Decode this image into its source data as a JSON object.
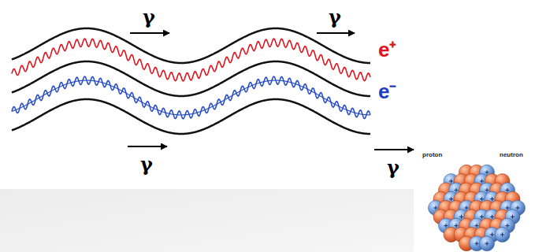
{
  "diagram": {
    "labels": [
      "γ",
      "γ",
      "e⁺",
      "e⁻",
      "γ",
      "γ",
      "proton",
      "neutron"
    ]
  }
}
